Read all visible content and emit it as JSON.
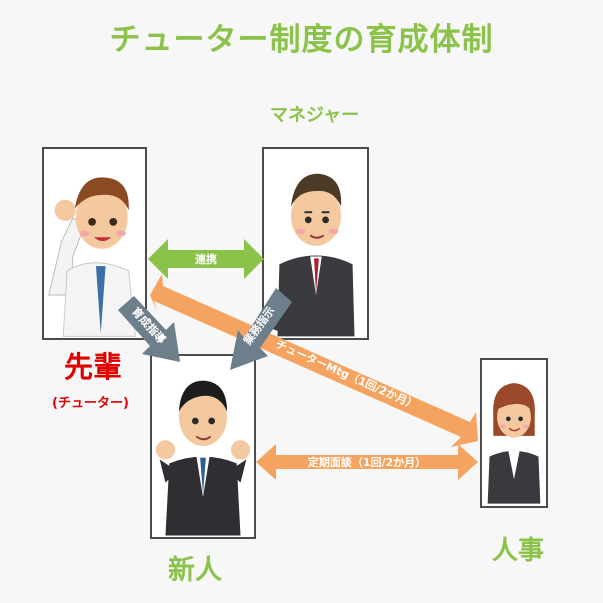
{
  "title": "チューター制度の育成体制",
  "colors": {
    "accent_green": "#8bc34a",
    "accent_orange": "#f4a460",
    "accent_gray": "#6d7f8b",
    "senpai_red": "#e00000"
  },
  "people": {
    "manager": {
      "label": "マネジャー"
    },
    "senpai": {
      "label": "先輩",
      "sublabel": "(チューター)"
    },
    "newbie": {
      "label": "新人"
    },
    "hr": {
      "label": "人事"
    }
  },
  "arrows": {
    "renkei": "連携",
    "ikusei": "育成指導",
    "gyomu": "業務指示",
    "tutor_mtg": "チューターMtg（1回/2か月）",
    "teiki": "定期面談（1回/2か月）"
  }
}
